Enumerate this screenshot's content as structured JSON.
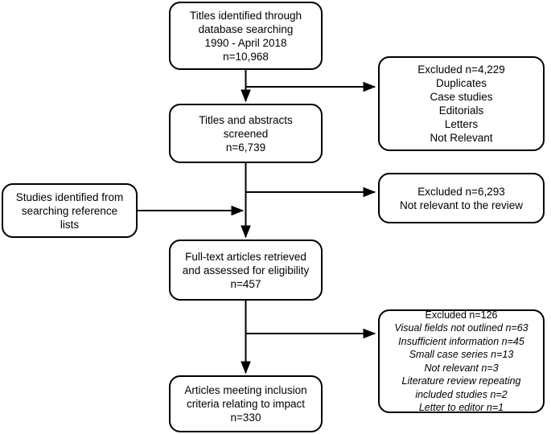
{
  "diagram": {
    "title": "PRISMA study selection flow diagram",
    "stroke_color": "#000000",
    "background_color": "#ffffff"
  },
  "nodes": {
    "identified": {
      "lines": [
        "Titles identified through",
        "database searching",
        "1990 - April 2018",
        "n=10,968"
      ]
    },
    "screened": {
      "lines": [
        "Titles and abstracts",
        "screened",
        "n=6,739"
      ]
    },
    "reference_lists": {
      "lines": [
        "Studies identified from",
        "searching reference",
        "lists"
      ]
    },
    "fulltext": {
      "lines": [
        "Full-text articles retrieved",
        "and assessed for eligibility",
        "n=457"
      ]
    },
    "included": {
      "lines": [
        "Articles meeting inclusion",
        "criteria relating to impact",
        "n=330"
      ]
    },
    "excluded_screening": {
      "lines": [
        "Excluded n=4,229",
        "Duplicates",
        "Case studies",
        "Editorials",
        "Letters",
        "Not Relevant"
      ]
    },
    "excluded_relevance": {
      "lines": [
        "Excluded n=6,293",
        "Not relevant to the review"
      ]
    },
    "excluded_fulltext": {
      "heading": "Excluded n=126",
      "reasons": [
        "Visual fields not outlined n=63",
        "Insufficient information n=45",
        "Small case series n=13",
        "Not relevant n=3",
        "Literature review repeating",
        "included studies n=2",
        "Letter to editor n=1"
      ]
    }
  },
  "counts": {
    "identified_total": "10,968",
    "screened": "6,739",
    "excluded_at_screening": "4,229",
    "excluded_not_relevant": "6,293",
    "fulltext_assessed": "457",
    "excluded_at_fulltext": "126",
    "included": "330"
  }
}
